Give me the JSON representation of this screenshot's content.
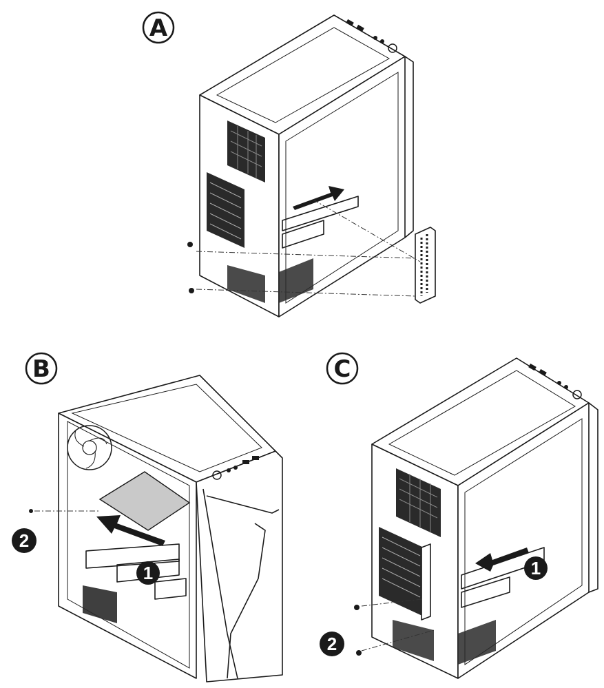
{
  "panels": [
    {
      "letter": "A",
      "step_markers": []
    },
    {
      "letter": "B",
      "step_markers": [
        "1",
        "2"
      ]
    },
    {
      "letter": "C",
      "step_markers": [
        "1",
        "2"
      ]
    }
  ],
  "colors": {
    "ink": "#1a1a1a",
    "drive_tray": "#c9c9c9",
    "background": "#ffffff"
  },
  "icons": [
    "screw-icon",
    "arrow-icon",
    "fan-mesh-icon",
    "drive-bay-icon",
    "bracket-icon"
  ]
}
